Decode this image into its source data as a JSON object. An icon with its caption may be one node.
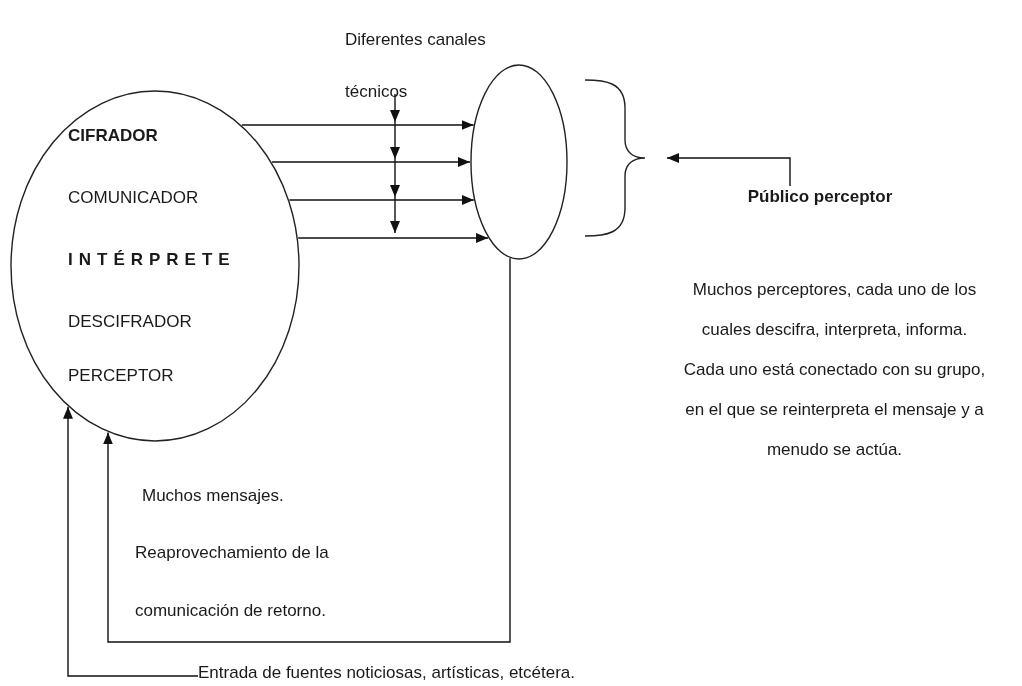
{
  "diagram": {
    "nodes": [
      {
        "text": [
          "CIFRADOR",
          "COMUNICADOR",
          "INTÉRPRETE",
          "DESCIFRADOR",
          "PERCEPTOR"
        ]
      },
      {
        "text": [],
        "shape": "ellipse"
      },
      {
        "text": [],
        "shape": "brace"
      },
      {
        "text": [
          "Público perceptor"
        ]
      },
      {
        "text": [
          "Diferentes canales técnicos"
        ]
      },
      {
        "text": [
          "Entrada de fuentes noticiosas, artísticas, etcétera."
        ]
      }
    ],
    "edges": [
      {
        "from": 0,
        "to": 1,
        "arrow": "to"
      },
      {
        "from": 0,
        "to": 1,
        "arrow": "to"
      },
      {
        "from": 0,
        "to": 1,
        "arrow": "to"
      },
      {
        "from": 0,
        "to": 1,
        "arrow": "to"
      },
      {
        "from": 4,
        "to": null,
        "arrow": "to"
      },
      {
        "from": 3,
        "to": 2,
        "arrow": "to"
      },
      {
        "from": 1,
        "to": 0,
        "arrow": "to"
      },
      {
        "from": 5,
        "to": 0,
        "arrow": "to"
      }
    ],
    "labels": [
      "Muchos perceptores, cada uno de los cuales descifra, interpreta, informa.",
      "Cada uno está conectado con su grupo, en el que se reinterpreta el mensaje y a menudo se actúa.",
      "Muchos mensajes.",
      "Reaprovechamiento de la comunicación de retorno."
    ]
  }
}
